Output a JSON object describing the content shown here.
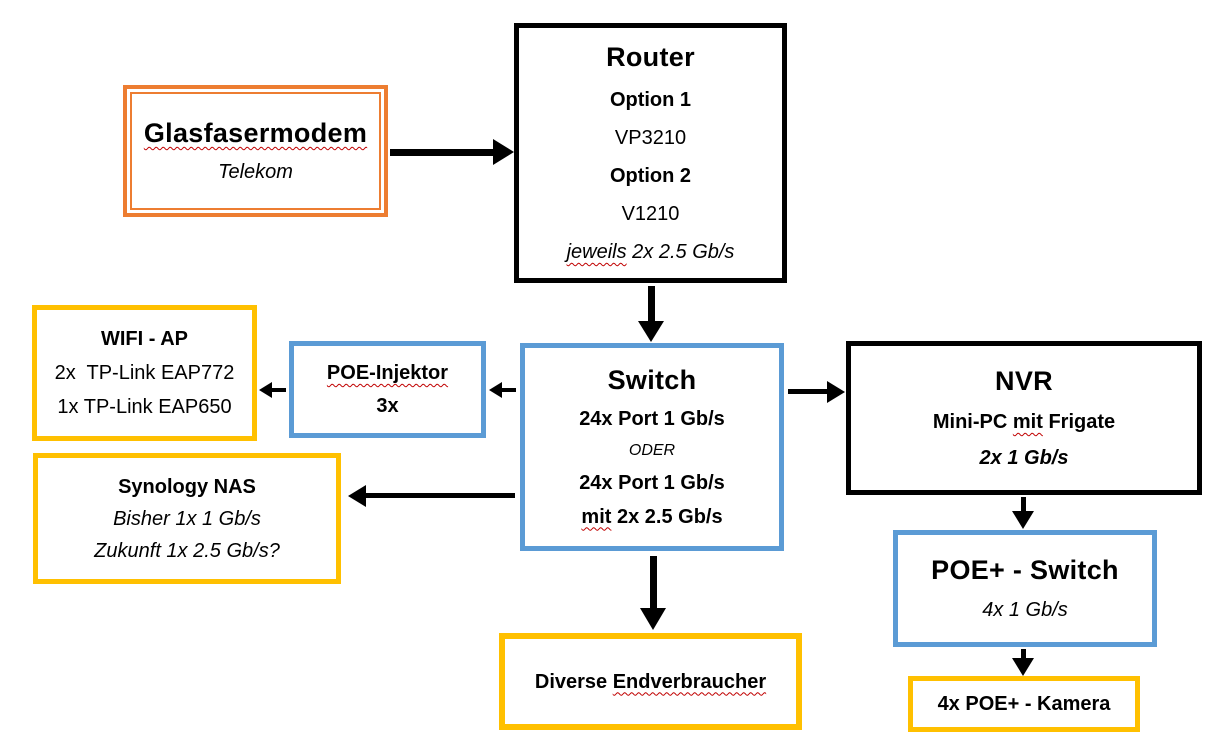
{
  "colors": {
    "orange_border": "#ED7D31",
    "yellow_border": "#FFC000",
    "blue_border": "#5B9BD5",
    "black_border": "#000000",
    "arrow": "#000000",
    "spellcheck_underline": "#C00000",
    "background": "#FFFFFF"
  },
  "nodes": {
    "glasfasermodem": {
      "title": "Glasfasermodem",
      "subtitle": "Telekom"
    },
    "router": {
      "title": "Router",
      "option1_label": "Option 1",
      "option1_model": "VP3210",
      "option2_label": "Option 2",
      "option2_model": "V1210",
      "note_word": "jeweils",
      "note_rest": "2x 2.5 Gb/s"
    },
    "switch": {
      "title": "Switch",
      "variant1": "24x Port 1 Gb/s",
      "or_label": "ODER",
      "variant2_line1": "24x Port 1 Gb/s",
      "variant2_word": "mit",
      "variant2_rest": "2x 2.5 Gb/s"
    },
    "poe_injektor": {
      "title": "POE-Injektor",
      "quantity": "3x"
    },
    "wifi_ap": {
      "title": "WIFI - AP",
      "device1": "2x  TP-Link EAP772",
      "device2": "1x TP-Link EAP650"
    },
    "synology_nas": {
      "title": "Synology NAS",
      "current": "Bisher 1x 1 Gb/s",
      "future": "Zukunft 1x 2.5 Gb/s?"
    },
    "nvr": {
      "title": "NVR",
      "subtitle_pre": "Mini-PC",
      "subtitle_word": "mit",
      "subtitle_post": "Frigate",
      "speed": "2x 1 Gb/s"
    },
    "poe_switch": {
      "title": "POE+ - Switch",
      "speed": "4x 1 Gb/s"
    },
    "kamera": {
      "title": "4x POE+ - Kamera"
    },
    "endverbraucher": {
      "title_pre": "Diverse",
      "title_word": "Endverbraucher"
    }
  },
  "edges": [
    {
      "from": "Glasfasermodem",
      "to": "Router"
    },
    {
      "from": "Router",
      "to": "Switch"
    },
    {
      "from": "Switch",
      "to": "POE-Injektor"
    },
    {
      "from": "POE-Injektor",
      "to": "WIFI - AP"
    },
    {
      "from": "Switch",
      "to": "Synology NAS"
    },
    {
      "from": "Switch",
      "to": "NVR"
    },
    {
      "from": "Switch",
      "to": "Diverse Endverbraucher"
    },
    {
      "from": "NVR",
      "to": "POE+ - Switch"
    },
    {
      "from": "POE+ - Switch",
      "to": "4x POE+ - Kamera"
    }
  ]
}
